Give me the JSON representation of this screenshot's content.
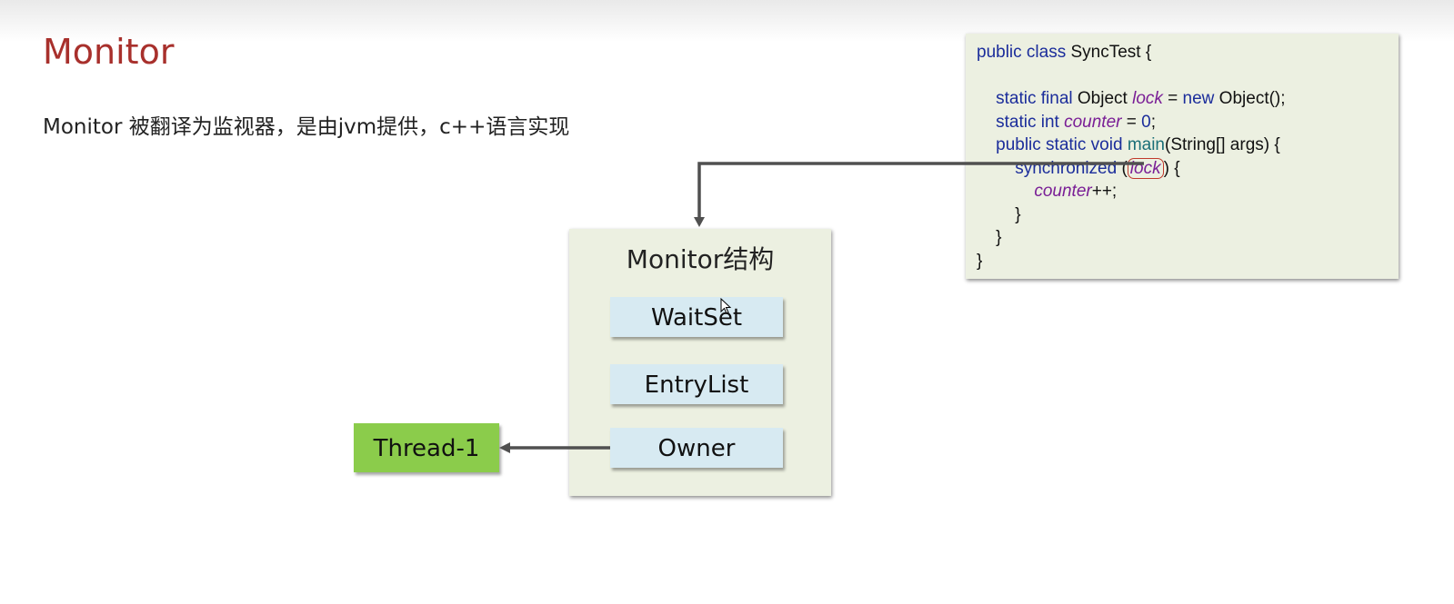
{
  "slide": {
    "title": "Monitor",
    "subtitle": "Monitor 被翻译为监视器，是由jvm提供，c++语言实现"
  },
  "code": {
    "l1_kw": "public class",
    "l1_rest": " SyncTest {",
    "l3_kw": "static final",
    "l3_a": " Object ",
    "l3_var": "lock",
    "l3_b": " = ",
    "l3_kw2": "new",
    "l3_c": " Object();",
    "l4_kw": "static int",
    "l4_sp": " ",
    "l4_var": "counter",
    "l4_a": " = ",
    "l4_num": "0",
    "l4_b": ";",
    "l5_kw": "public static void",
    "l5_sp": " ",
    "l5_fn": "main",
    "l5_rest": "(String[] args) {",
    "l6_kw": "synchronized",
    "l6_a": " (",
    "l6_var": "lock",
    "l6_b": ") {",
    "l7_var": "counter",
    "l7_rest": "++;",
    "l8": "}",
    "l9": "}",
    "l10": "}"
  },
  "monitor": {
    "title": "Monitor结构",
    "waitset": "WaitSet",
    "entrylist": "EntryList",
    "owner": "Owner"
  },
  "thread": {
    "label": "Thread-1"
  },
  "colors": {
    "title": "#a8302c",
    "keyword": "#1b2d9b",
    "variable": "#7a1f96",
    "panel": "#ecf0e1",
    "slot": "#d7eaf2",
    "thread": "#8bcc4b",
    "arrow": "#505050",
    "highlight": "#c0392b"
  }
}
